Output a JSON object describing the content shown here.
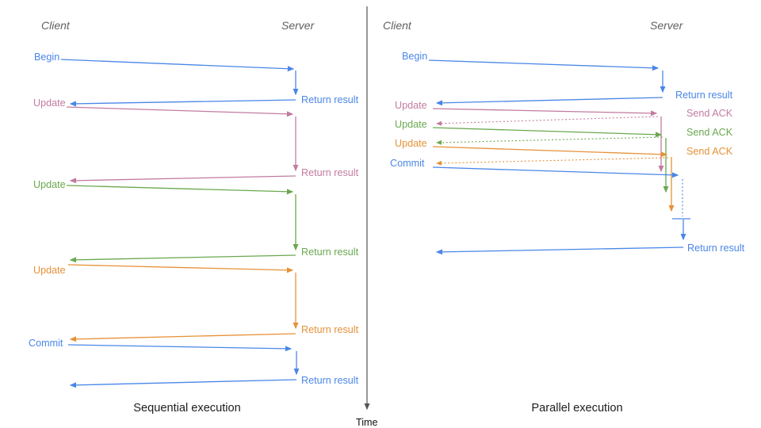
{
  "diagram": {
    "time_axis_label": "Time",
    "colors": {
      "blue": "#4a86e8",
      "pink": "#c27ba0",
      "green": "#6aa84f",
      "orange": "#e69138",
      "header_gray": "#616161",
      "axis_gray": "#555555"
    },
    "sequential": {
      "title": "Sequential execution",
      "client_label": "Client",
      "server_label": "Server",
      "messages": [
        {
          "request": "Begin",
          "response": "Return result",
          "color": "blue"
        },
        {
          "request": "Update",
          "response": "Return result",
          "color": "pink"
        },
        {
          "request": "Update",
          "response": "Return result",
          "color": "green"
        },
        {
          "request": "Update",
          "response": "Return result",
          "color": "orange"
        },
        {
          "request": "Commit",
          "response": "Return result",
          "color": "blue"
        }
      ]
    },
    "parallel": {
      "title": "Parallel execution",
      "client_label": "Client",
      "server_label": "Server",
      "messages": [
        {
          "request": "Begin",
          "response": "Return result",
          "color": "blue"
        },
        {
          "request": "Update",
          "response": "Send ACK",
          "color": "pink"
        },
        {
          "request": "Update",
          "response": "Send ACK",
          "color": "green"
        },
        {
          "request": "Update",
          "response": "Send ACK",
          "color": "orange"
        },
        {
          "request": "Commit",
          "response": "Return result",
          "color": "blue"
        }
      ]
    }
  }
}
